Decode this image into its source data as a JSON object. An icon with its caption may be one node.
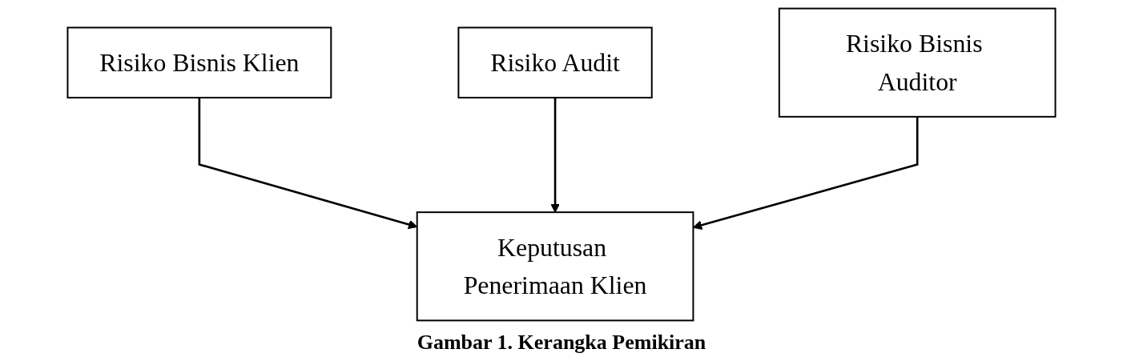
{
  "diagram": {
    "caption": "Gambar 1. Kerangka Pemikiran",
    "nodes": [
      {
        "text": [
          "Risiko Bisnis Klien"
        ]
      },
      {
        "text": [
          "Risiko Audit"
        ]
      },
      {
        "text": [
          "Risiko Bisnis Auditor"
        ]
      },
      {
        "text": [
          "Keputusan Penerimaan Klien"
        ]
      }
    ],
    "edges": [
      {
        "from": 0,
        "to": 3,
        "arrow": "to"
      },
      {
        "from": 1,
        "to": 3,
        "arrow": "to"
      },
      {
        "from": 2,
        "to": 3,
        "arrow": "to"
      }
    ]
  }
}
